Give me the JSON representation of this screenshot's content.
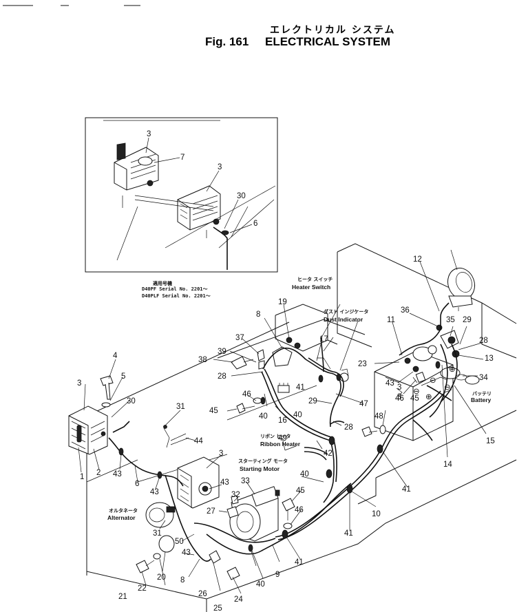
{
  "header": {
    "title_jp": "エレクトリカル システム",
    "fig_label": "Fig. 161",
    "title_en": "ELECTRICAL SYSTEM"
  },
  "inset": {
    "applicability_jp": "適用号機",
    "serial_lines": [
      "D40PF  Serial  No.  2201～",
      "D40PLF  Serial  No.  2201～"
    ]
  },
  "component_labels": {
    "heater_switch_jp": "ヒータ スイッチ",
    "heater_switch_en": "Heater Switch",
    "dust_indicator_jp": "ダスト インジケータ",
    "dust_indicator_en": "Dust Indicator",
    "battery_jp": "バッテリ",
    "battery_en": "Battery",
    "ribbon_heater_jp": "リボン ヒータ",
    "ribbon_heater_en": "Ribbon Heater",
    "starting_motor_jp": "スターティング モータ",
    "starting_motor_en": "Starting Motor",
    "alternator_jp": "オルタネータ",
    "alternator_en": "Alternator"
  },
  "callouts": [
    "1",
    "2",
    "3",
    "4",
    "5",
    "6",
    "7",
    "8",
    "9",
    "10",
    "11",
    "12",
    "13",
    "14",
    "15",
    "16",
    "17",
    "19",
    "20",
    "21",
    "22",
    "23",
    "24",
    "25",
    "26",
    "27",
    "28",
    "29",
    "30",
    "31",
    "32",
    "33",
    "34",
    "35",
    "36",
    "37",
    "38",
    "39",
    "40",
    "41",
    "42",
    "43",
    "44",
    "45",
    "46",
    "47",
    "48",
    "49",
    "50"
  ]
}
